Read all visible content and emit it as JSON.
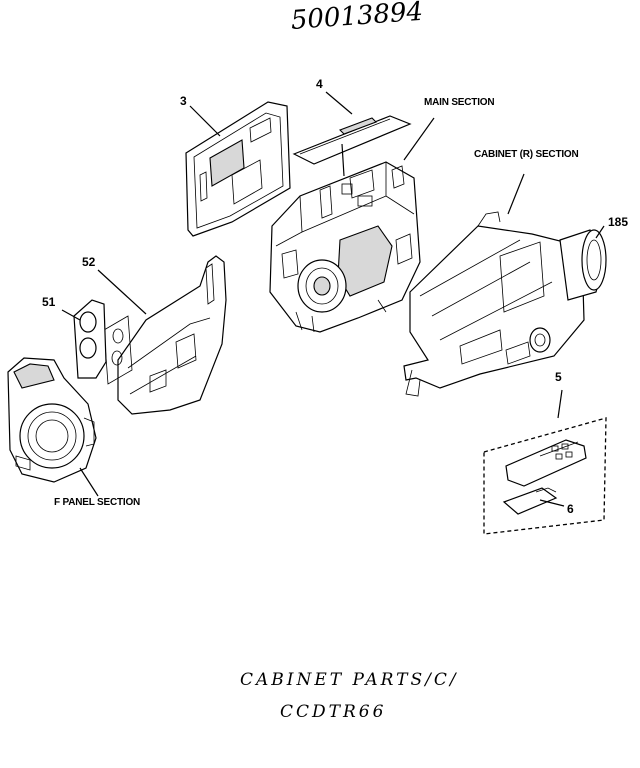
{
  "header": {
    "handwritten_code": "50013894"
  },
  "callouts": {
    "part_3": "3",
    "part_4": "4",
    "part_185": "185",
    "part_52": "52",
    "part_51": "51",
    "part_5": "5",
    "part_6": "6"
  },
  "sections": {
    "main": "MAIN SECTION",
    "cabinet_r": "CABINET (R) SECTION",
    "f_panel": "F PANEL SECTION"
  },
  "footer": {
    "line1": "CABINET PARTS/C/",
    "line2": "CCDTR66"
  }
}
